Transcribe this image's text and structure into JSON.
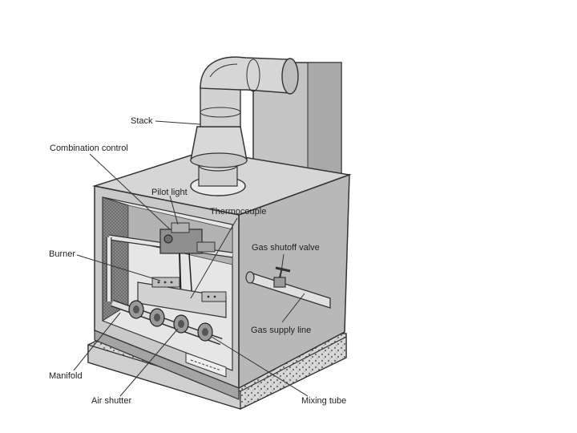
{
  "diagram": {
    "labels": {
      "stack": "Stack",
      "combination_control": "Combination control",
      "pilot_light": "Pilot light",
      "thermocouple": "Thermocouple",
      "burner": "Burner",
      "gas_shutoff_valve": "Gas shutoff valve",
      "gas_supply_line": "Gas supply line",
      "manifold": "Manifold",
      "air_shutter": "Air shutter",
      "mixing_tube": "Mixing tube"
    },
    "colors": {
      "background": "#ffffff",
      "cabinet": "#c9c9c9",
      "cabinet_dark": "#9e9e9e",
      "stack_metal": "#cfcfcf",
      "line": "#333333"
    }
  }
}
